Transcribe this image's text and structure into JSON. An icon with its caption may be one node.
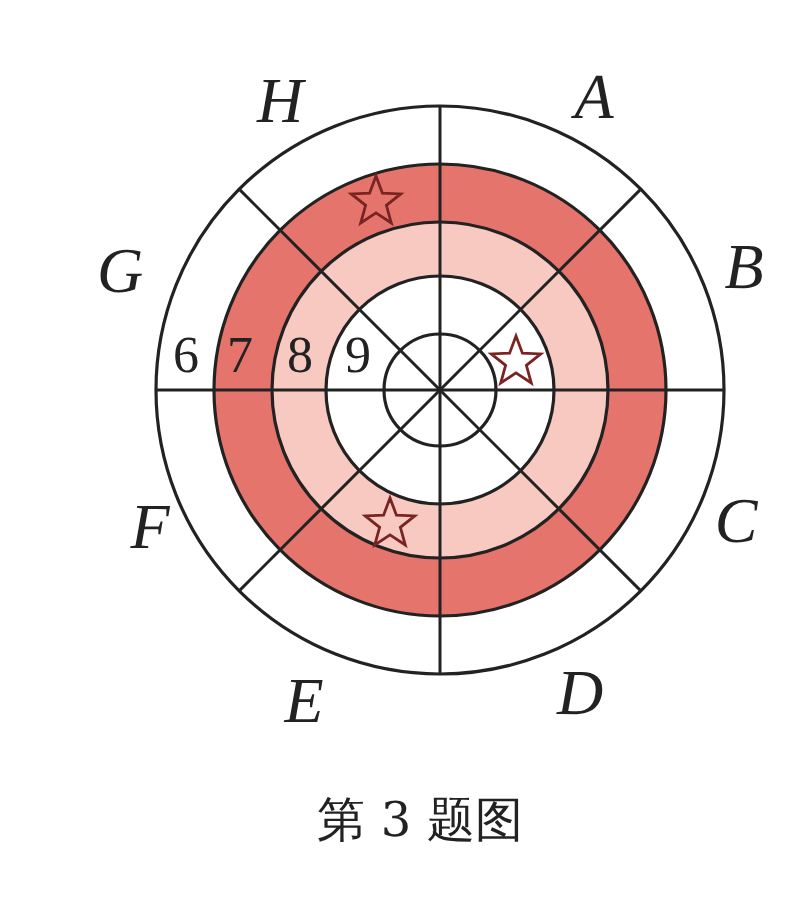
{
  "diagram": {
    "caption": "第 3 题图",
    "labels": [
      "H",
      "A",
      "G",
      "B",
      "6",
      "7",
      "8",
      "9",
      "F",
      "C",
      "E",
      "D"
    ]
  }
}
